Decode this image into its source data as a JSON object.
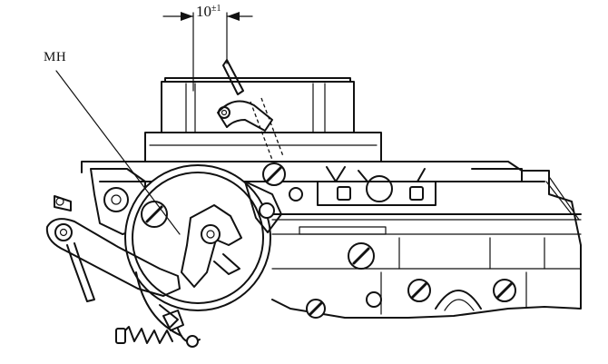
{
  "labels": {
    "dimension": "10",
    "tolerance": "±1",
    "callout": "MH"
  }
}
